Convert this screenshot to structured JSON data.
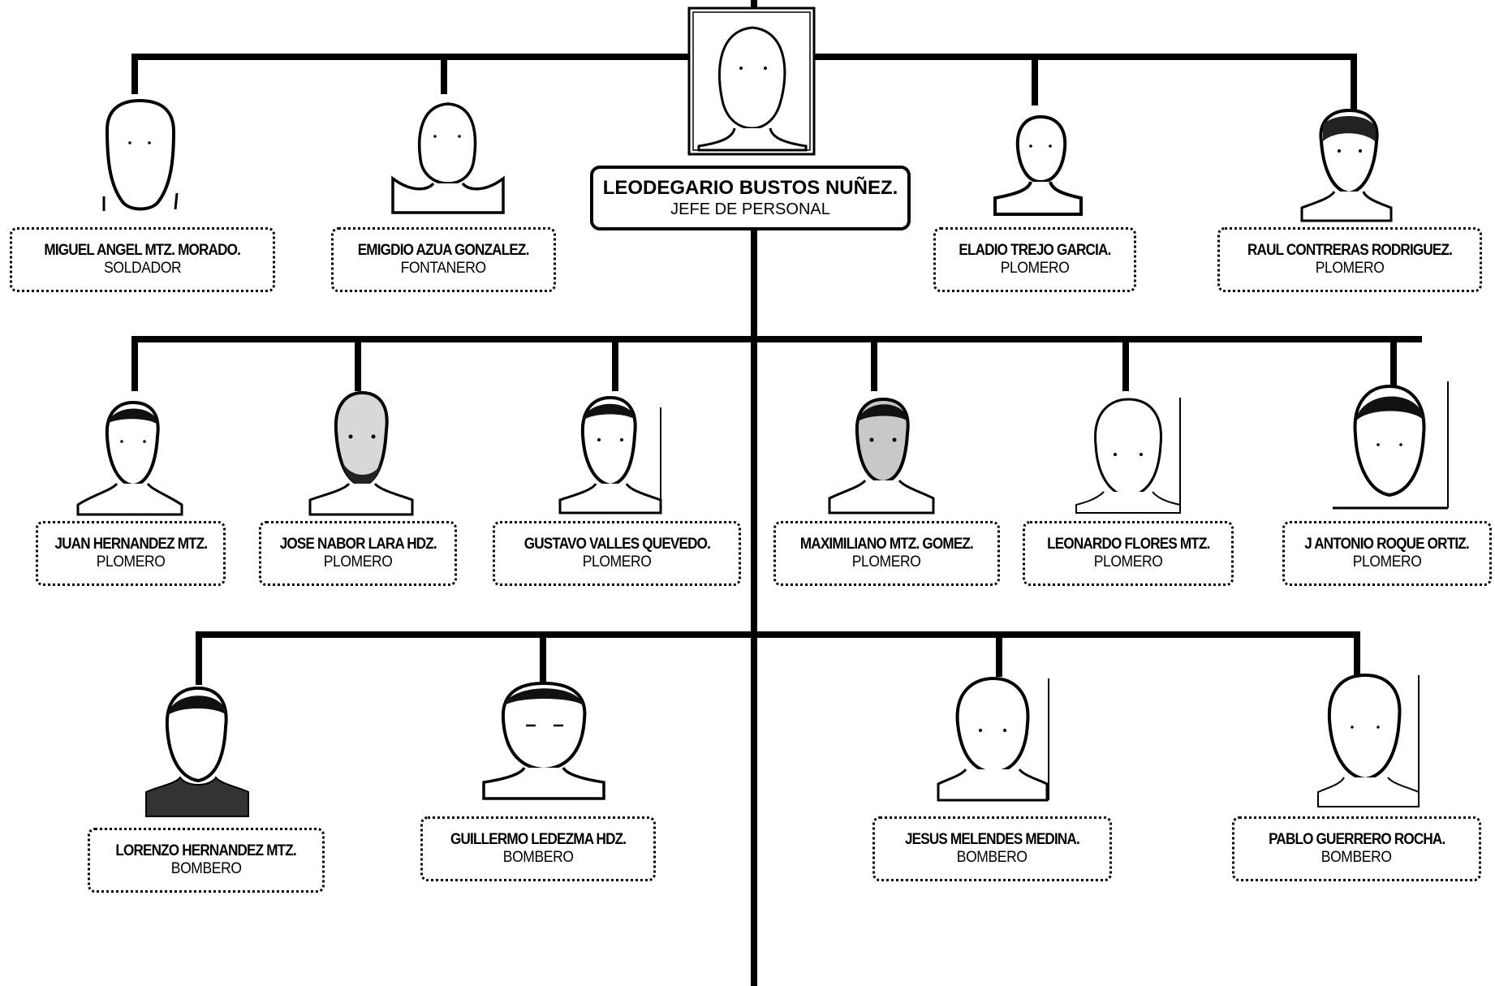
{
  "chief": {
    "name": "LEODEGARIO BUSTOS NUÑEZ.",
    "role": "JEFE DE PERSONAL"
  },
  "row1": [
    {
      "name": "MIGUEL ANGEL MTZ. MORADO.",
      "role": "SOLDADOR"
    },
    {
      "name": "EMIGDIO AZUA GONZALEZ.",
      "role": "FONTANERO"
    },
    {
      "name": "ELADIO TREJO GARCIA.",
      "role": "PLOMERO"
    },
    {
      "name": "RAUL CONTRERAS RODRIGUEZ.",
      "role": "PLOMERO"
    }
  ],
  "row2": [
    {
      "name": "JUAN HERNANDEZ MTZ.",
      "role": "PLOMERO"
    },
    {
      "name": "JOSE NABOR LARA HDZ.",
      "role": "PLOMERO"
    },
    {
      "name": "GUSTAVO VALLES QUEVEDO.",
      "role": "PLOMERO"
    },
    {
      "name": "MAXIMILIANO MTZ. GOMEZ.",
      "role": "PLOMERO"
    },
    {
      "name": "LEONARDO FLORES MTZ.",
      "role": "PLOMERO"
    },
    {
      "name": "J ANTONIO ROQUE ORTIZ.",
      "role": "PLOMERO"
    }
  ],
  "row3": [
    {
      "name": "LORENZO HERNANDEZ MTZ.",
      "role": "BOMBERO"
    },
    {
      "name": "GUILLERMO LEDEZMA HDZ.",
      "role": "BOMBERO"
    },
    {
      "name": "JESUS MELENDES MEDINA.",
      "role": "BOMBERO"
    },
    {
      "name": "PABLO GUERRERO ROCHA.",
      "role": "BOMBERO"
    }
  ]
}
